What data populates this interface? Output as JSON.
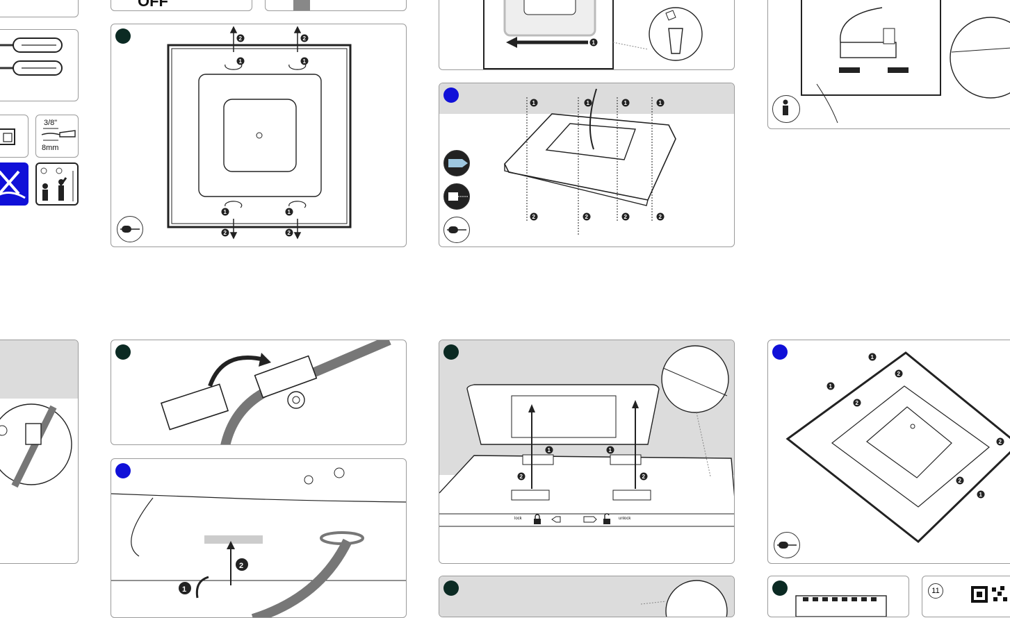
{
  "steps": {
    "one": "1",
    "two": "2",
    "page_number": "11"
  },
  "wire_strip": {
    "imperial": "3/8\"",
    "metric": "8mm"
  },
  "lock_bar": {
    "lock_label": "lock",
    "unlock_label": "unlock"
  },
  "partial_top_text": "OFF",
  "colors": {
    "badge_dark": "#0b2a23",
    "badge_blue": "#1010d8",
    "gray_band": "#dcdcdc"
  }
}
